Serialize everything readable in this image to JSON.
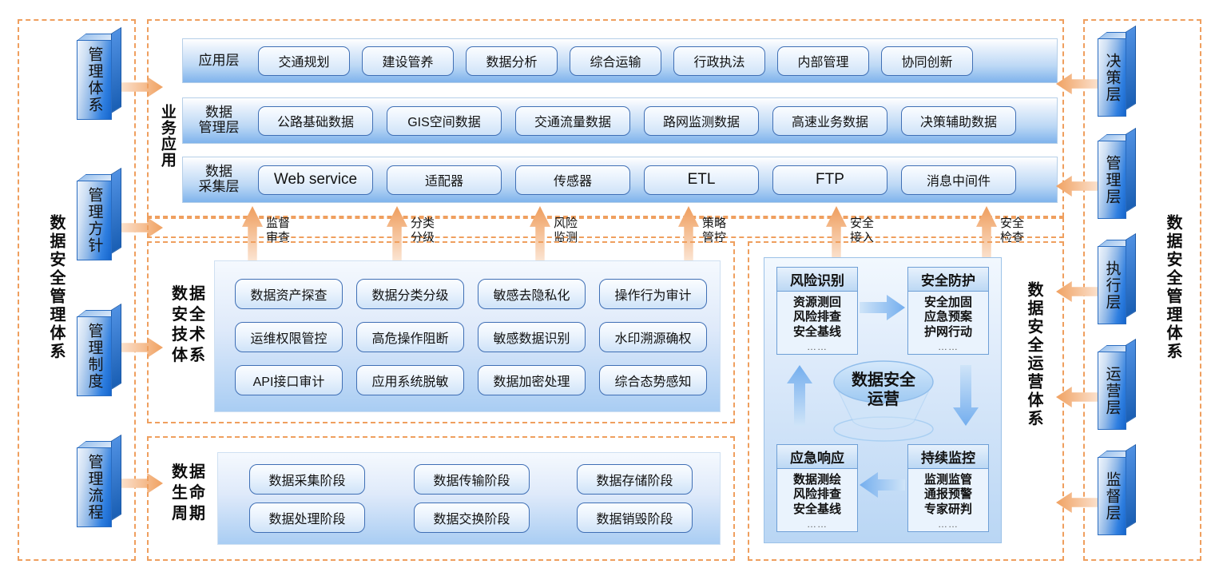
{
  "left_frame": {
    "label": "数据安全管理体系"
  },
  "right_frame": {
    "label": "数据安全管理体系"
  },
  "left_prisms": [
    {
      "label": "管理体系"
    },
    {
      "label": "管理方针"
    },
    {
      "label": "管理制度"
    },
    {
      "label": "管理流程"
    }
  ],
  "right_prisms": [
    {
      "label": "决策层"
    },
    {
      "label": "管理层"
    },
    {
      "label": "执行层"
    },
    {
      "label": "运营层"
    },
    {
      "label": "监督层"
    }
  ],
  "business": {
    "side_label": "业务应用",
    "rows": [
      {
        "layer": "应用层",
        "items": [
          "交通规划",
          "建设管养",
          "数据分析",
          "综合运输",
          "行政执法",
          "内部管理",
          "协同创新"
        ]
      },
      {
        "layer": "数据\n管理层",
        "items": [
          "公路基础数据",
          "GIS空间数据",
          "交通流量数据",
          "路网监测数据",
          "高速业务数据",
          "决策辅助数据"
        ]
      },
      {
        "layer": "数据\n采集层",
        "items": [
          "Web service",
          "适配器",
          "传感器",
          "ETL",
          "FTP",
          "消息中间件"
        ]
      }
    ]
  },
  "flow_labels": [
    {
      "text": "监督\n审查"
    },
    {
      "text": "分类\n分级"
    },
    {
      "text": "风险\n监测"
    },
    {
      "text": "策略\n管控"
    },
    {
      "text": "安全\n接入"
    },
    {
      "text": "安全\n检查"
    }
  ],
  "tech": {
    "side_label": "数据\n安全\n技术\n体系",
    "items": [
      "数据资产探查",
      "数据分类分级",
      "敏感去隐私化",
      "操作行为审计",
      "运维权限管控",
      "高危操作阻断",
      "敏感数据识别",
      "水印溯源确权",
      "API接口审计",
      "应用系统脱敏",
      "数据加密处理",
      "综合态势感知"
    ]
  },
  "lifecycle": {
    "side_label": "数据\n生命\n周期",
    "items": [
      "数据采集阶段",
      "数据传输阶段",
      "数据存储阶段",
      "数据处理阶段",
      "数据交换阶段",
      "数据销毁阶段"
    ]
  },
  "operations": {
    "side_label": "数据安全运营体系",
    "center": "数据安全\n运营",
    "quadrants": [
      {
        "title": "风险识别",
        "lines": "资源测回\n风险排查\n安全基线",
        "dots": "……"
      },
      {
        "title": "安全防护",
        "lines": "安全加固\n应急预案\n护网行动",
        "dots": "……"
      },
      {
        "title": "应急响应",
        "lines": "数据测绘\n风险排查\n安全基线",
        "dots": "……"
      },
      {
        "title": "持续监控",
        "lines": "监测监管\n通报预警\n专家研判",
        "dots": "……"
      }
    ]
  },
  "colors": {
    "dashed_orange": "#ef9f5e",
    "arrow_orange": "#f0a161",
    "blue_accent": "#2f7fe0",
    "panel_blue": "#a9cdf3"
  }
}
